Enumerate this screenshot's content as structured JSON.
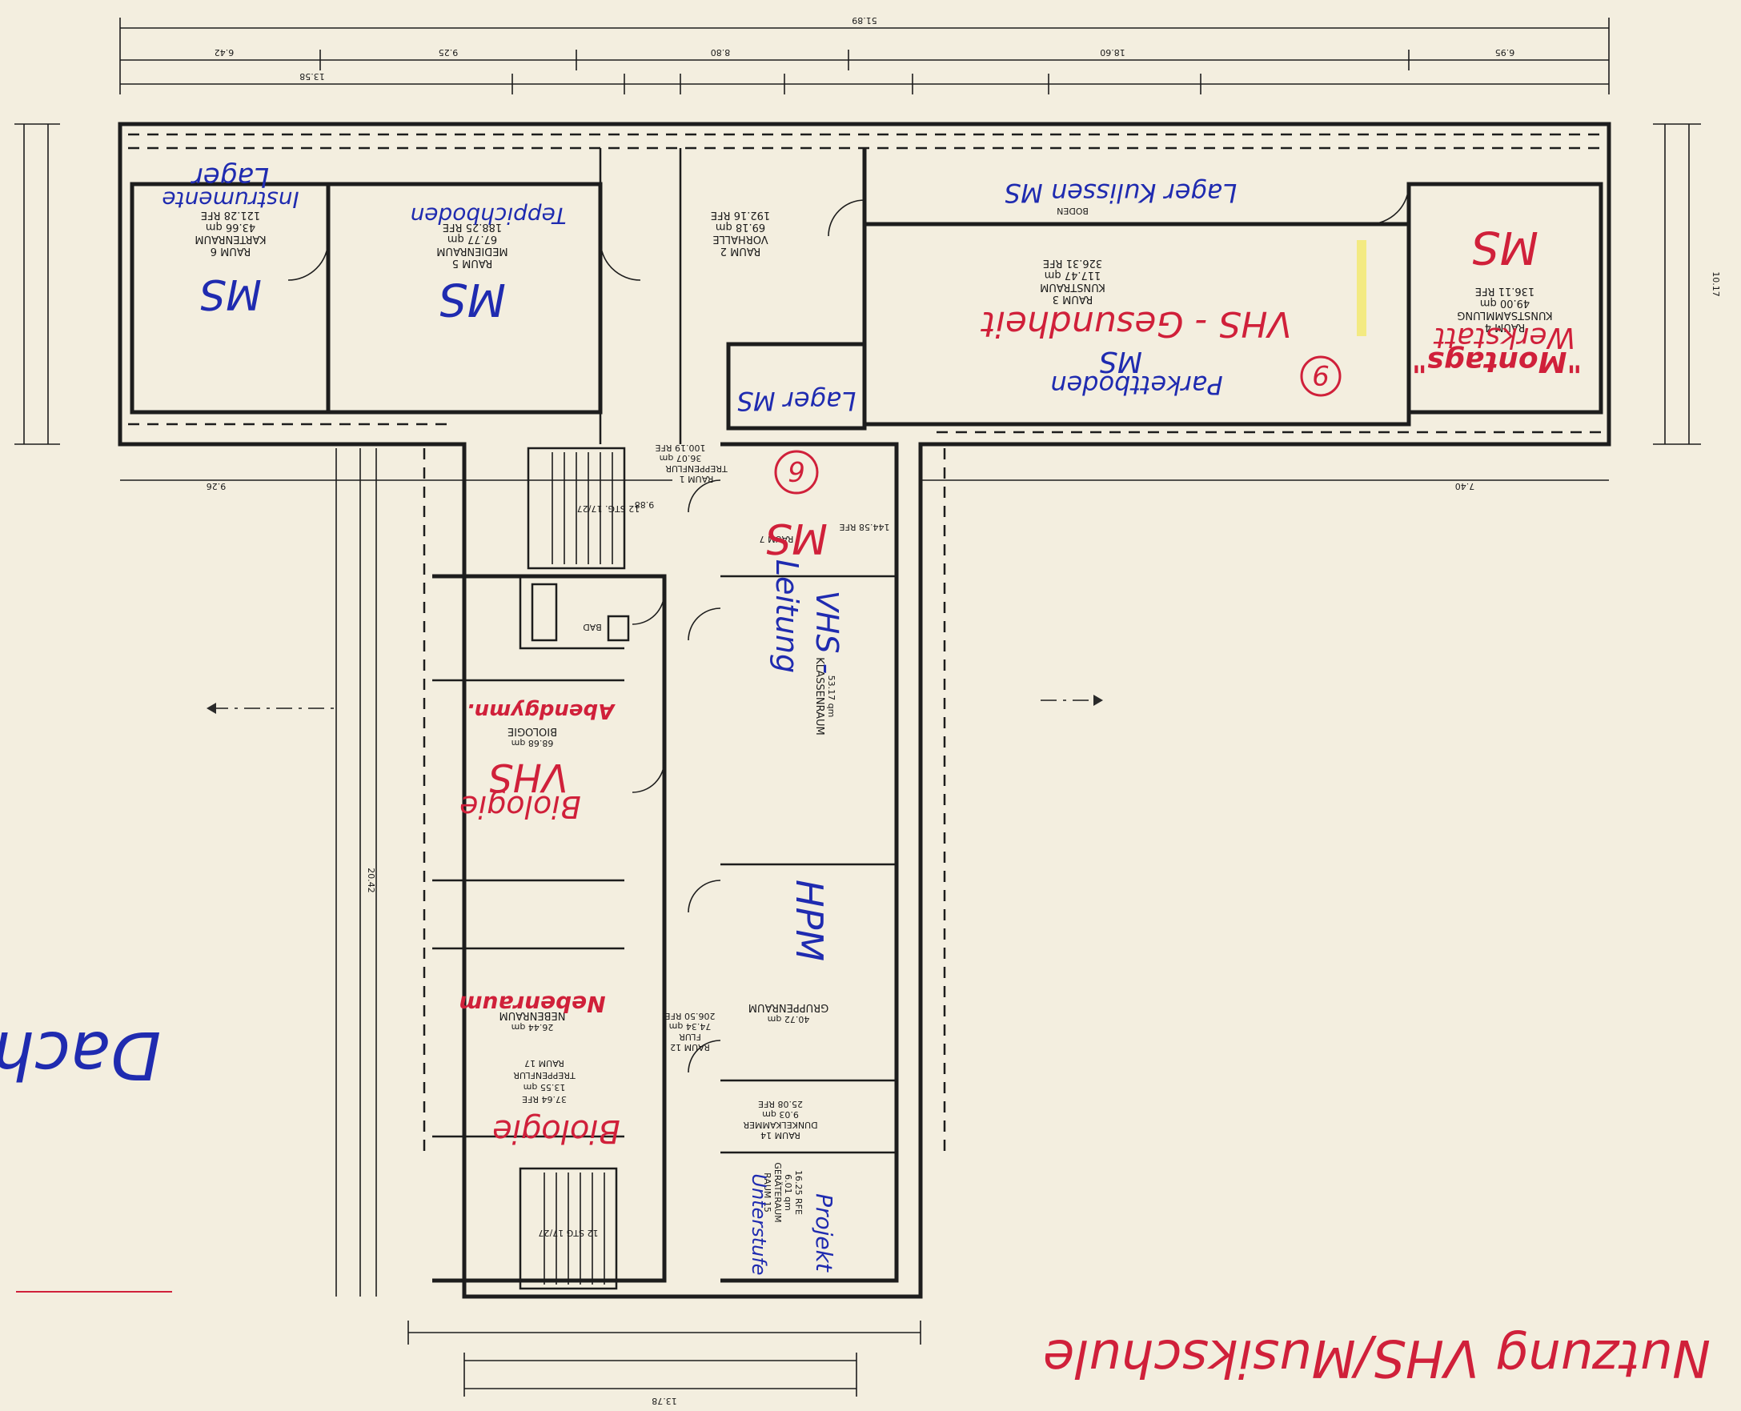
{
  "overall_dimensions": {
    "top_total": "51.89",
    "top_seg_1": "6.42",
    "top_seg_2": "9.25",
    "top_seg_3": "8.80",
    "top_seg_4": "18.60",
    "top_seg_5": "6.95",
    "top_left_total": "13.58",
    "bottom_total": "13.78",
    "left_height_total": "20.42",
    "right_height_total": "10.17",
    "left_wing_width": "9.26",
    "right_wing_width": "7.40",
    "corridor_width": "9.88"
  },
  "rooms": {
    "raum6": {
      "line1": "RAUM 6",
      "line2": "KARTENRAUM",
      "line3": "43.66 qm",
      "line4": "121.28 RFE",
      "note1": "Lager",
      "note2": "Instrumente",
      "code": "MS"
    },
    "raum5": {
      "line1": "RAUM 5",
      "line2": "MEDIENRAUM",
      "line3": "67.77 qm",
      "line4": "188.25 RFE",
      "note1": "Teppichboden",
      "code": "MS"
    },
    "raum2": {
      "line1": "RAUM 2",
      "line2": "VORHALLE",
      "line3": "69.18 qm",
      "line4": "192.16 RFE"
    },
    "raum3": {
      "line1": "RAUM 3",
      "line2": "KUNSTRAUM",
      "line3": "117.47 qm",
      "line4": "326.31 RFE",
      "note1": "VHS - Gesundheit",
      "note2": "Parkettboden",
      "code": "MS",
      "circle": "9"
    },
    "raum4": {
      "line1": "RAUM 4",
      "line2": "KUNSTSAMMLUNG",
      "line3": "49.00 qm",
      "line4": "136.11 RFE",
      "note1": "\"Montags\"",
      "note2": "Werkstatt",
      "code": "MS"
    },
    "buehne": {
      "line1": "BODEN",
      "note1": "Lager Kulissen MS"
    },
    "lager_ms": {
      "note1": "Lager MS"
    },
    "raum1": {
      "line1": "RAUM 1",
      "line2": "TREPPENFLUR",
      "line3": "36.07 qm",
      "line4": "100.19 RFE",
      "stairs": "12 STG. 17/27"
    },
    "raum7": {
      "line1": "RAUM 7",
      "line4": "144.58 RFE",
      "code": "MS",
      "circle": "6"
    },
    "bad": {
      "line1": "BAD"
    },
    "biologie": {
      "line1": "BIOLOGIE",
      "line3": "68.68 qm",
      "note1": "VHS",
      "note2": "Biologie",
      "note3": "Abendgymn."
    },
    "klassenraum": {
      "line1": "KLASSENRAUM",
      "line3": "53.17 qm",
      "note1": "VHS -",
      "note2": "Leitung"
    },
    "gruppenraum": {
      "line1": "GRUPPENRAUM",
      "line3": "40.72 qm",
      "note1": "HPM"
    },
    "nebenraum": {
      "line1": "NEBENRAUM",
      "line3": "26.44 qm",
      "note1": "Nebenraum"
    },
    "raum17": {
      "line1": "RAUM 17",
      "line2": "TREPPENFLUR",
      "line3": "13.55 qm",
      "line4": "37.64 RFE",
      "note1": "Biologie",
      "stairs": "12 STG 17/27"
    },
    "raum12": {
      "line1": "RAUM 12",
      "line2": "FLUR",
      "line3": "74.34 qm",
      "line4": "206.50 RFE"
    },
    "raum14": {
      "line1": "RAUM 14",
      "line2": "DUNKELKAMMER",
      "line3": "9.03 qm",
      "line4": "25.08 RFE"
    },
    "raum15": {
      "line1": "RAUM 15",
      "line2": "GERÄTERAUM",
      "line3": "6.01 qm",
      "line4": "16.25 RFE",
      "note1": "Projekt",
      "note2": "Unterstufe"
    }
  },
  "margin_notes": {
    "left_edge": "Dachg",
    "bottom_right": "Nutzung VHS/Musikschule"
  },
  "colors": {
    "paper": "#f3eedf",
    "ink": "#1d1d1d",
    "blue_pen": "#1f2bb0",
    "red_pen": "#d0203a"
  }
}
